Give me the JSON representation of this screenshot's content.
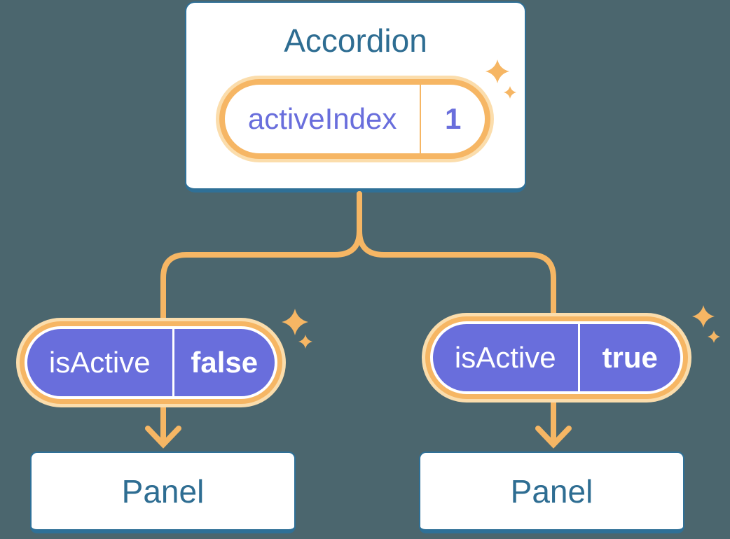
{
  "accordion": {
    "title": "Accordion",
    "state_pill": {
      "label": "activeIndex",
      "value": "1"
    }
  },
  "left_child": {
    "prop_pill": {
      "label": "isActive",
      "value": "false"
    },
    "panel": {
      "title": "Panel"
    }
  },
  "right_child": {
    "prop_pill": {
      "label": "isActive",
      "value": "true"
    },
    "panel": {
      "title": "Panel"
    }
  },
  "colors": {
    "background": "#4B666E",
    "orange_line": "#F6B664",
    "orange_glow": "#FBDDAC",
    "pill_purple": "#696EDC",
    "box_border_blue": "#2F7097",
    "text_blue": "#2E6D92",
    "pill_text": "#FFFFFF"
  }
}
